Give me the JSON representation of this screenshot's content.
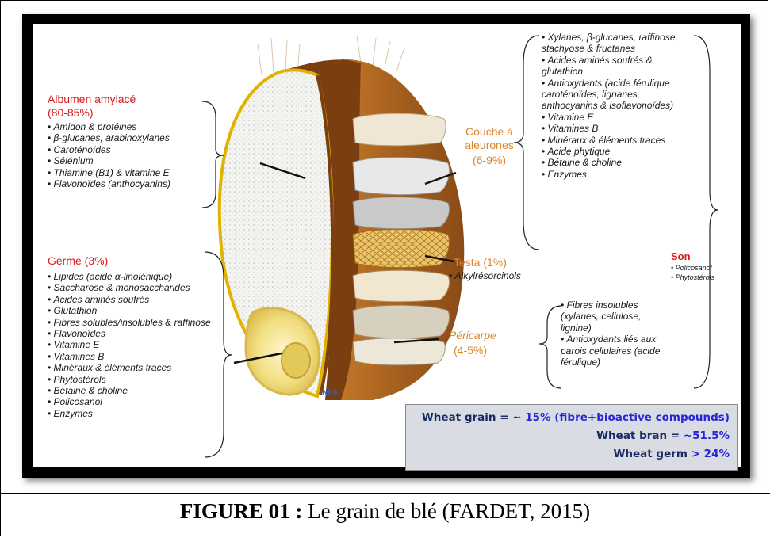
{
  "caption": {
    "label": "FIGURE 01 :",
    "text": " Le grain de blé (FARDET, 2015)"
  },
  "albumen": {
    "title": "Albumen amylacé",
    "pct": "(80-85%)",
    "items": [
      "Amidon & protéines",
      "β-glucanes, arabinoxylanes",
      "Caroténoïdes",
      "Sélénium",
      "Thiamine (B1) & vitamine E",
      "Flavonoïdes (anthocyanins)"
    ]
  },
  "germe": {
    "title": "Germe (3%)",
    "items": [
      "Lipides (acide α-linolénique)",
      "Saccharose & monosaccharides",
      "Acides aminés soufrés",
      "Glutathion",
      "Fibres solubles/insolubles & raffinose",
      "Flavonoïdes",
      "Vitamine E",
      "Vitamines B",
      "Minéraux & éléments traces",
      "Phytostérols",
      "Bétaine & choline",
      "Policosanol",
      "Enzymes"
    ]
  },
  "aleurone": {
    "title": "Couche à aleurones",
    "pct": "(6-9%)",
    "items": [
      "Xylanes, β-glucanes, raffinose, stachyose & fructanes",
      "Acides aminés soufrés & glutathion",
      "Antioxydants (acide férulique caroténoïdes, lignanes, anthocyanins & isoflavonoïdes)",
      "Vitamine E",
      "Vitamines B",
      "Minéraux & éléments traces",
      "Acide phytique",
      "Bétaine & choline",
      "Enzymes"
    ]
  },
  "testa": {
    "title": "Testa (1%)",
    "items": [
      "Alkylrésorcinols"
    ]
  },
  "pericarpe": {
    "title": "Péricarpe",
    "pct": "(4-5%)",
    "items": [
      "Fibres insolubles (xylanes, cellulose, lignine)",
      "Antioxydants liés aux parois cellulaires (acide férulique)"
    ]
  },
  "son": {
    "title": "Son",
    "items": [
      "Policosanol",
      "Phytostérols"
    ]
  },
  "stats": {
    "grain_label": "Wheat grain = ",
    "grain_value": "~ 15% (fibre+bioactive compounds)",
    "bran_label": "Wheat bran = ",
    "bran_value": "~51.5%",
    "germ_label": "Wheat germ ",
    "germ_value": "> 24%"
  },
  "credit": "INRA"
}
